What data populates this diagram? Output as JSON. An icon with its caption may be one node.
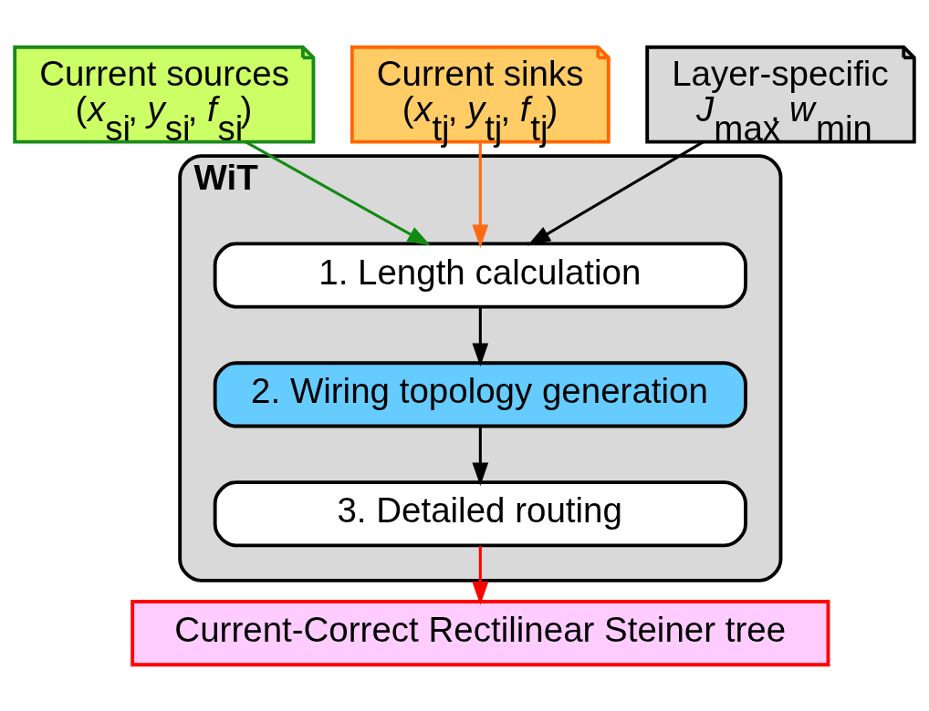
{
  "diagram": {
    "nodes": [
      {
        "text": [
          "Current sources",
          "(*x*$_{si}$, *y*$_{si}$, *f*$_{si}$)"
        ]
      },
      {
        "text": [
          "Current sinks",
          "(*x*$_{tj}$, *y*$_{tj}$, *f*$_{tj}$)"
        ]
      },
      {
        "text": [
          "Layer-specific",
          "*J*$_{max}$, *w*$_{min}$"
        ]
      },
      {
        "text": [
          "WiT"
        ]
      },
      {
        "text": [
          "1. Length calculation"
        ],
        "in": 3
      },
      {
        "text": [
          "2. Wiring topology generation"
        ],
        "in": 3
      },
      {
        "text": [
          "3. Detailed routing"
        ],
        "in": 3
      },
      {
        "text": [
          "Current-Correct Rectilinear Steiner tree"
        ]
      }
    ],
    "edges": [
      {
        "from": 0,
        "to": 4,
        "arrow": "to",
        "color": "#138a13"
      },
      {
        "from": 1,
        "to": 4,
        "arrow": "to",
        "color": "#ff6a13"
      },
      {
        "from": 2,
        "to": 4,
        "arrow": "to"
      },
      {
        "from": 4,
        "to": 5,
        "arrow": "to"
      },
      {
        "from": 5,
        "to": 6,
        "arrow": "to"
      },
      {
        "from": 6,
        "to": 7,
        "arrow": "to",
        "color": "#ff0000"
      }
    ]
  }
}
